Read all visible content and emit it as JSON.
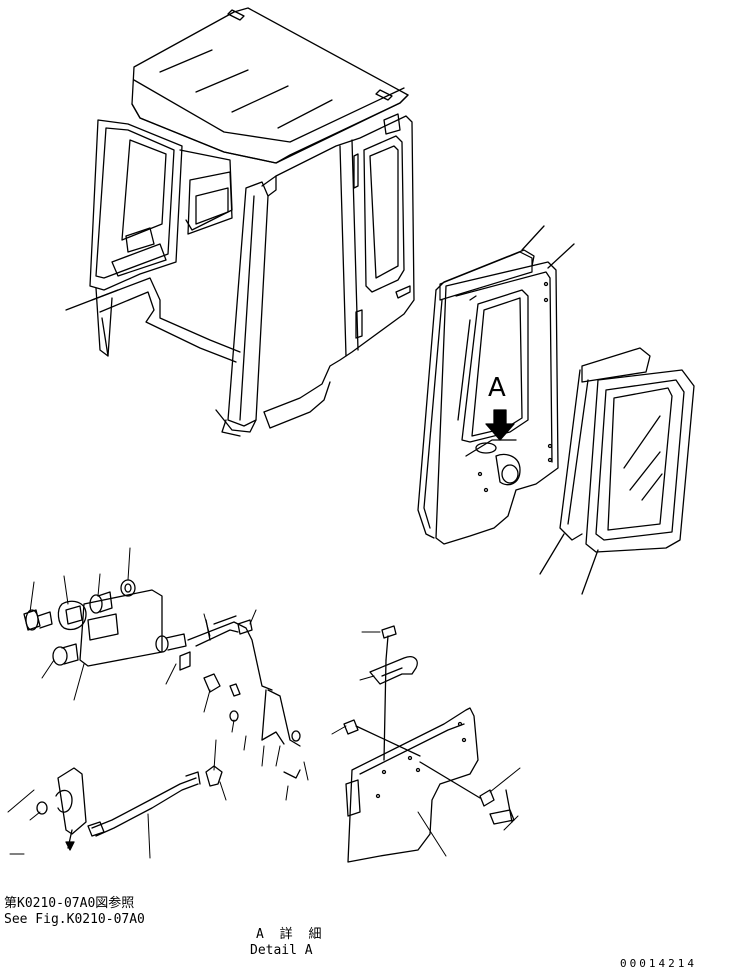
{
  "labels": {
    "reference_jp": "第K0210-07A0図参照",
    "reference_en": "See Fig.K0210-07A0",
    "detail_jp": "A 詳 細",
    "detail_en": "Detail A",
    "callout_letter": "A",
    "figure_number": "00014214"
  },
  "colors": {
    "line": "#000000",
    "background": "#ffffff"
  }
}
